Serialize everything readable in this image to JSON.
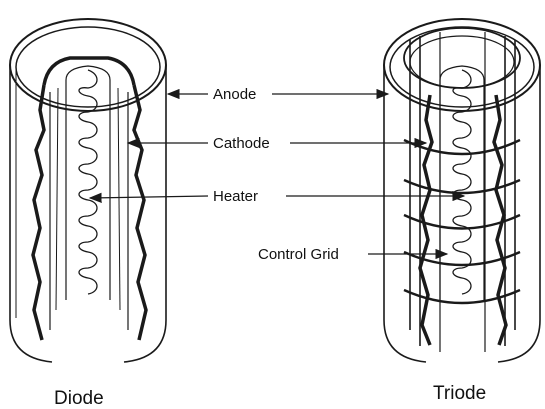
{
  "labels": {
    "anode": "Anode",
    "cathode": "Cathode",
    "heater": "Heater",
    "control_grid": "Control Grid"
  },
  "captions": {
    "left": "Diode",
    "right": "Triode"
  },
  "colors": {
    "ink": "#1a1a1a",
    "background": "#ffffff"
  }
}
